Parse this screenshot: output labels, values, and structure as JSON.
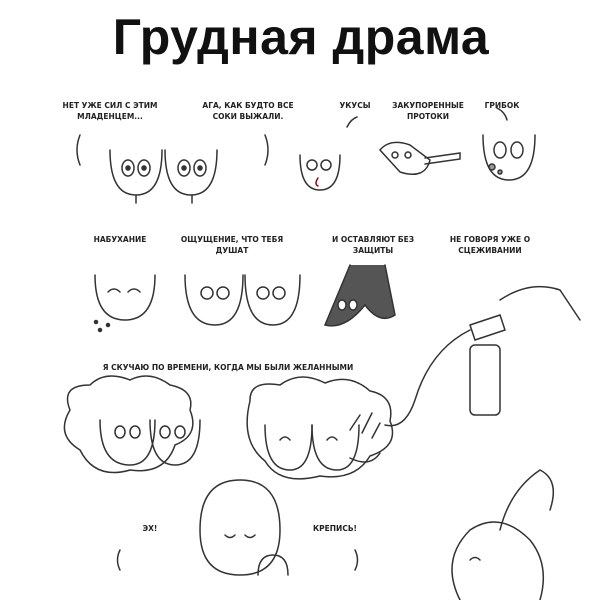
{
  "title": "Грудная драма",
  "captions": {
    "no_strength": [
      "НЕТ УЖЕ СИЛ С ЭТИМ",
      "МЛАДЕНЦЕМ..."
    ],
    "juices": [
      "АГА, КАК БУДТО ВСЕ",
      "СОКИ ВЫЖАЛИ."
    ],
    "bites": "УКУСЫ",
    "blocked_ducts": [
      "ЗАКУПОРЕННЫЕ",
      "ПРОТОКИ"
    ],
    "fungus": "ГРИБОК",
    "swelling": "НАБУХАНИЕ",
    "choked": [
      "ОЩУЩЕНИЕ, ЧТО ТЕБЯ",
      "ДУШАТ"
    ],
    "no_protection": [
      "И ОСТАВЛЯЮТ БЕЗ",
      "ЗАЩИТЫ"
    ],
    "pumping": [
      "НЕ ГОВОРЯ УЖЕ О",
      "СЦЕЖИВАНИИ"
    ],
    "miss_times": "Я СКУЧАЮ ПО ВРЕМЕНИ, КОГДА МЫ БЫЛИ ЖЕЛАННЫМИ",
    "eh": "ЭХ!",
    "hang_in": "КРЕПИСЬ!"
  }
}
